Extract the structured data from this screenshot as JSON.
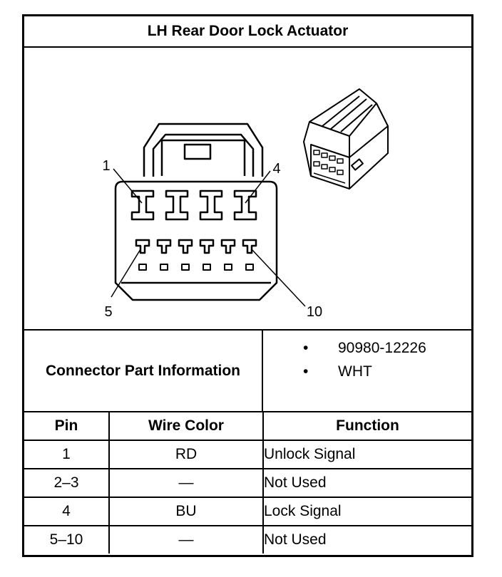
{
  "title": "LH Rear Door Lock Actuator",
  "diagram": {
    "pin_labels": {
      "top_left": "1",
      "top_right": "4",
      "bottom_left": "5",
      "bottom_right": "10"
    }
  },
  "connector_info": {
    "label": "Connector Part Information",
    "items": [
      "90980-12226",
      "WHT"
    ],
    "bullet": "•"
  },
  "table": {
    "headers": [
      "Pin",
      "Wire Color",
      "Function"
    ],
    "rows": [
      {
        "pin": "1",
        "wire_color": "RD",
        "function": "Unlock Signal"
      },
      {
        "pin": "2–3",
        "wire_color": "—",
        "function": "Not Used"
      },
      {
        "pin": "4",
        "wire_color": "BU",
        "function": "Lock Signal"
      },
      {
        "pin": "5–10",
        "wire_color": "—",
        "function": "Not Used"
      }
    ]
  }
}
